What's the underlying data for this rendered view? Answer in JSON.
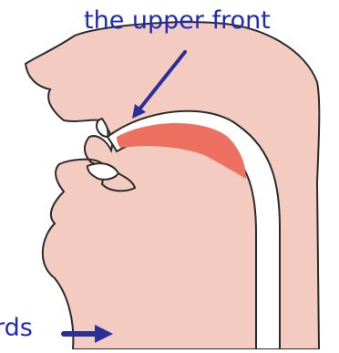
{
  "labels": {
    "top": "the upper front",
    "bottom": "rds"
  },
  "colors": {
    "skin": "#f4cbc1",
    "outline": "#2b2b2b",
    "tongue_highlight": "#ee7060",
    "label_text": "#1f2ab8",
    "arrow": "#2a2f9a"
  },
  "icons": {
    "head": "vocal-tract-cross-section",
    "pointer": "arrow"
  }
}
